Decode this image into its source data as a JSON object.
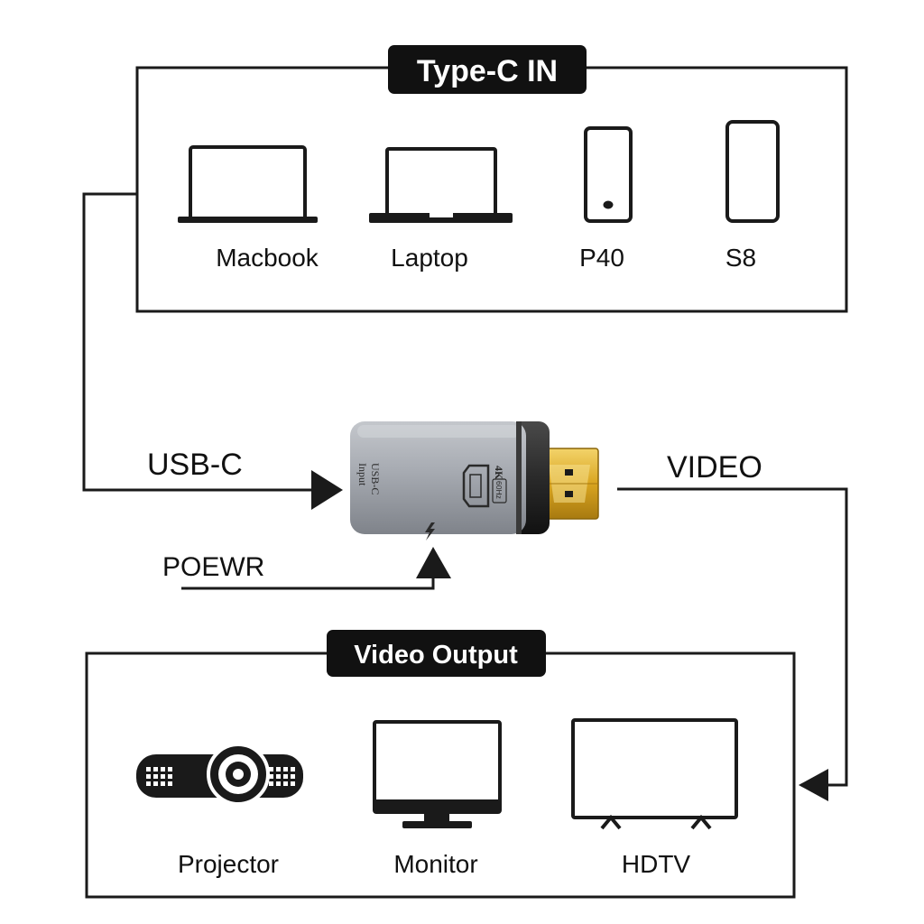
{
  "input_panel": {
    "title": "Type-C IN",
    "devices": [
      {
        "label": "Macbook",
        "icon": "laptop-icon"
      },
      {
        "label": "Laptop",
        "icon": "laptop-icon"
      },
      {
        "label": "P40",
        "icon": "phone-icon"
      },
      {
        "label": "S8",
        "icon": "phone-icon"
      }
    ]
  },
  "adapter": {
    "port_label_line1": "USB-C",
    "port_label_line2": "Input",
    "badge_line1": "4K",
    "badge_line2": "60Hz"
  },
  "connections": {
    "usb_c": "USB-C",
    "power": "POEWR",
    "video": "VIDEO"
  },
  "output_panel": {
    "title": "Video Output",
    "devices": [
      {
        "label": "Projector",
        "icon": "projector-icon"
      },
      {
        "label": "Monitor",
        "icon": "monitor-icon"
      },
      {
        "label": "HDTV",
        "icon": "tv-icon"
      }
    ]
  },
  "colors": {
    "line": "#1a1a1a",
    "adapter_body": "#9a9ea6",
    "plug_gold": "#d9a520"
  }
}
